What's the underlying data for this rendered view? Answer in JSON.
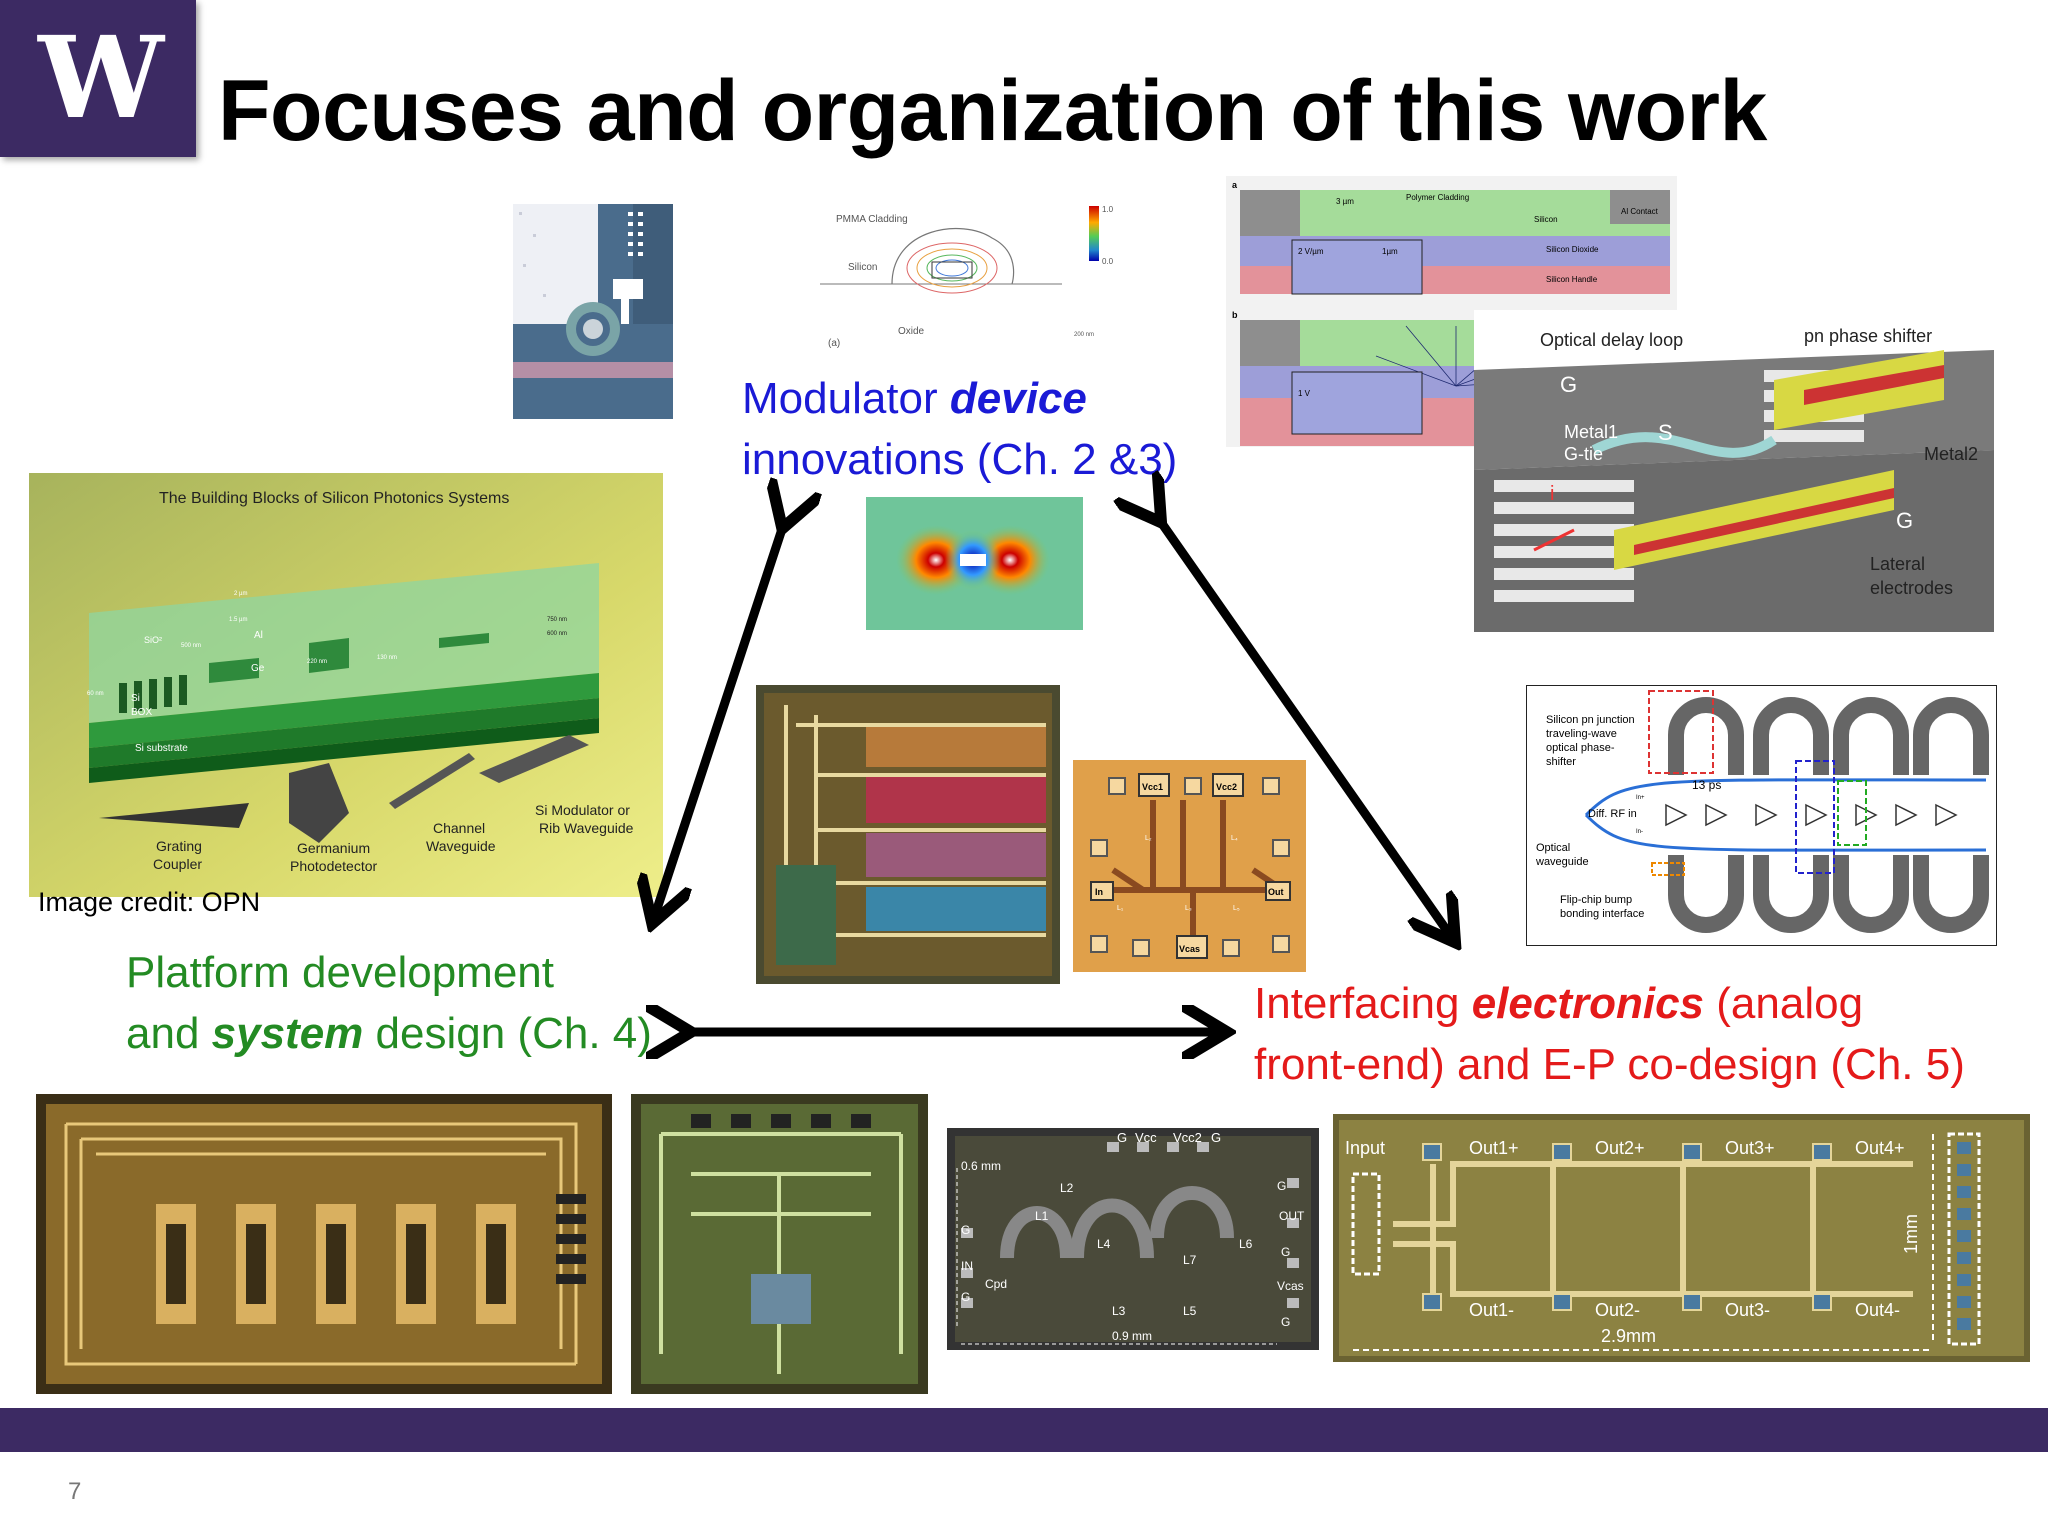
{
  "slide": {
    "title": "Focuses and organization of this work",
    "page_number": "7",
    "logo_letter": "W",
    "colors": {
      "purple": "#3c2a63",
      "blue": "#1a1ad6",
      "green": "#238b23",
      "red": "#e41a1a"
    }
  },
  "labels": {
    "modulator": {
      "line1_pre": "Modulator ",
      "line1_em": "device",
      "line2": "innovations (Ch. 2 &3)"
    },
    "platform": {
      "line1": "Platform development",
      "line2_pre": "and ",
      "line2_em": "system",
      "line2_post": " design (Ch. 4)"
    },
    "electronics": {
      "line1_pre": "Interfacing ",
      "line1_em": "electronics",
      "line1_post": " (analog",
      "line2": "front-end) and E-P co-design (Ch. 5)"
    }
  },
  "credit": "Image credit: OPN",
  "figures": {
    "building_blocks": {
      "title": "The Building Blocks of Silicon Photonics Systems",
      "sio2": "SiO²",
      "si": "Si",
      "box": "BOX",
      "substrate": "Si substrate",
      "al": "Al",
      "ge": "Ge",
      "dim_2um": "2 µm",
      "dim_15um": "1.5 µm",
      "dim_750": "750 nm",
      "dim_600": "600 nm",
      "dim_500": "500 nm",
      "dim_220": "220 nm",
      "dim_130": "130 nm",
      "dim_60": "60 nm",
      "grating": [
        "Grating",
        "Coupler"
      ],
      "germanium": [
        "Germanium",
        "Photodetector"
      ],
      "channel": [
        "Channel",
        "Waveguide"
      ],
      "simod": [
        "Si Modulator or",
        "Rib Waveguide"
      ]
    },
    "pmma": {
      "cladding": "PMMA Cladding",
      "silicon": "Silicon",
      "oxide": "Oxide",
      "panel": "(a)",
      "scale_top": "1.0",
      "scale_bot": "0.0",
      "scale_bar": "200 nm"
    },
    "xsection": {
      "panel_a": "a",
      "panel_b": "b",
      "w3um": "3 µm",
      "polymer": "Polymer Cladding",
      "al_contact": "Al Contact",
      "silicon": "Silicon",
      "dioxide": "Silicon Dioxide",
      "handle": "Silicon Handle",
      "v2": "2 V/µm",
      "w1um": "1µm",
      "v1": "1 V"
    },
    "modulator3d": {
      "delay_loop": "Optical delay loop",
      "pn_shifter": "pn phase shifter",
      "g1": "G",
      "s": "S",
      "metal1": "Metal1",
      "gtie": "G-tie",
      "metal2": "Metal2",
      "g2": "G",
      "lateral1": "Lateral",
      "lateral2": "electrodes",
      "i": "i"
    },
    "twmzm": {
      "pn1": "Silicon pn junction",
      "pn2": "traveling-wave",
      "pn3": "optical phase-",
      "pn4": "shifter",
      "ps": "13 ps",
      "rf": "Diff. RF in",
      "opt1": "Optical",
      "opt2": "waveguide",
      "flip1": "Flip-chip bump",
      "flip2": "bonding interface",
      "inp": "In+",
      "inm": "In-"
    },
    "driver_die": {
      "vcc1": "Vcc1",
      "vcc2": "Vcc2",
      "in": "In",
      "out": "Out",
      "vcas": "Vcas",
      "l1": "L₁",
      "l2": "L₂",
      "l3": "L₃",
      "l4": "L₄",
      "l5": "L₅"
    },
    "tia_die": {
      "g_top1": "G",
      "vcc": "Vcc",
      "vcc2": "Vcc2",
      "g_top2": "G",
      "dim_v": "0.6 mm",
      "l1": "L1",
      "l2": "L2",
      "l3": "L3",
      "l4": "L4",
      "l5": "L5",
      "l6": "L6",
      "l7": "L7",
      "g_left1": "G",
      "in": "IN",
      "cpd": "Cpd",
      "g_left2": "G",
      "g_r1": "G",
      "out": "OUT",
      "g_r2": "G",
      "vcas": "Vcas",
      "g_r3": "G",
      "dim_h": "0.9 mm"
    },
    "splitter": {
      "input": "Input",
      "out1p": "Out1+",
      "out2p": "Out2+",
      "out3p": "Out3+",
      "out4p": "Out4+",
      "out1m": "Out1-",
      "out2m": "Out2-",
      "out3m": "Out3-",
      "out4m": "Out4-",
      "dim_h": "2.9mm",
      "dim_v": "1mm"
    }
  }
}
